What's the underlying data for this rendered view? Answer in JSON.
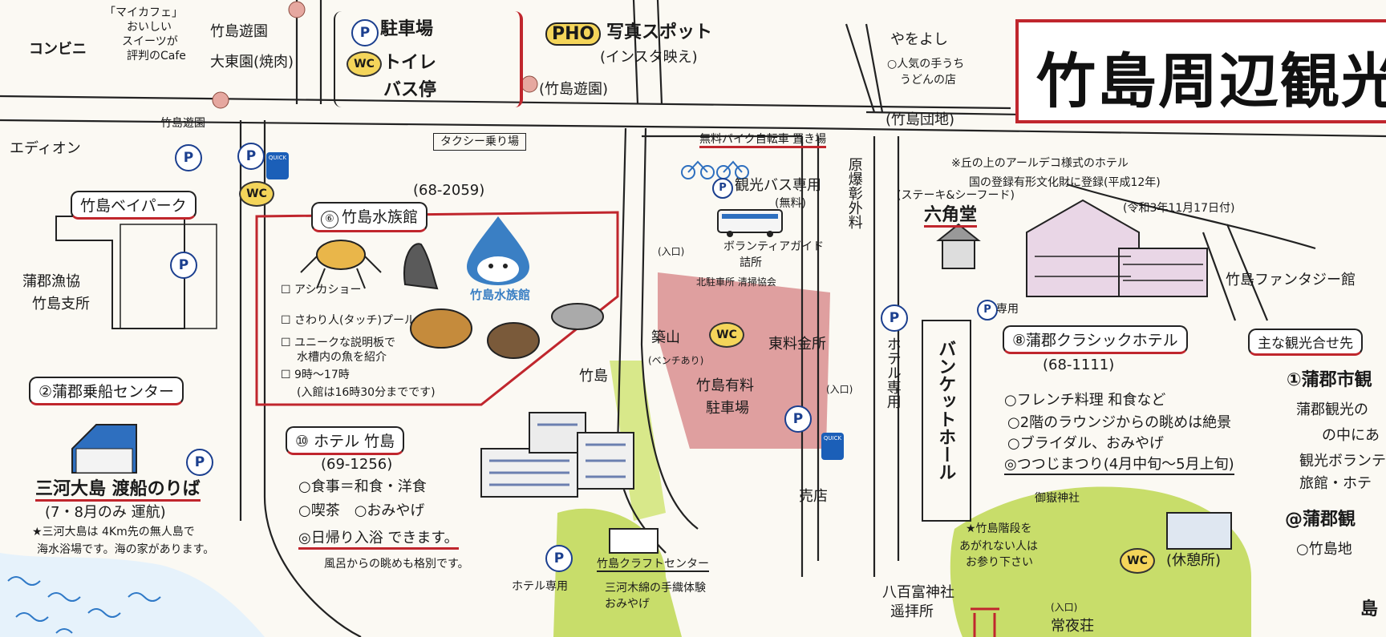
{
  "title": "竹島周辺観光",
  "legend": {
    "parking": "駐車場",
    "toilet": "トイレ",
    "bus_stop": "バス停",
    "photo_spot": "写真スポット",
    "photo_spot_note": "(インスタ映え)",
    "photo_code": "PHO"
  },
  "icons": {
    "parking": "P",
    "wc": "WC",
    "quick": "QUICK"
  },
  "labels": {
    "my_cafe_1": "「マイカフェ」",
    "my_cafe_2": "おいしい",
    "my_cafe_3": "スイーツが",
    "my_cafe_4": "評判のCafe",
    "convenience": "コンビニ",
    "takeshima_amusement": "竹島遊園",
    "daitoen": "大東園(焼肉)",
    "takeshima_amusement_2": "(竹島遊園)",
    "takeshima_amusement_3": "竹島遊園",
    "eneos": "エディオン",
    "taxi": "タクシー乗り場",
    "bayside": "竹島ベイパーク",
    "fishery_1": "蒲郡漁協",
    "fishery_2": "竹島支所",
    "free_bike": "無料バイク自転車 置き場",
    "tourist_bus": "観光バス専用",
    "tourist_bus_free": "(無料)",
    "aquarium_phone": "(68-2059)",
    "aquarium": "竹島水族館",
    "aquarium_logo": "竹島水族館",
    "aq_item_1": "アシカショー",
    "aq_item_2": "さわり人(タッチ)プール",
    "aq_item_3": "ユニークな説明板で",
    "aq_item_3b": "水槽内の魚を紹介",
    "aq_item_4": "9時～17時",
    "aq_item_5": "(入館は16時30分までです)",
    "volunteer": "ボランティアガイド",
    "volunteer_2": "詰所",
    "entrance": "(入口)",
    "entrance_2": "(入口)",
    "north_parking": "北駐車所 清掃協会",
    "tsukiyama": "築山",
    "bench": "(ベンチあり)",
    "toryo": "東料金所",
    "free_parking_1": "竹島有料",
    "free_parking_2": "駐車場",
    "takeshima_bridge": "竹島",
    "hotel_takeshima_num": "⑩",
    "hotel_takeshima": "ホテル 竹島",
    "hotel_takeshima_phone": "(69-1256)",
    "hts_item_1": "○食事＝和食・洋食",
    "hts_item_2": "○喫茶　○おみやげ",
    "hts_item_3": "◎日帰り入浴 できます。",
    "hts_item_4": "風呂からの眺めも格別です。",
    "hotel_only": "ホテル専用",
    "craft_1": "竹島クラフトセンター",
    "craft_2": "三河木綿の手織体験",
    "craft_3": "おみやげ",
    "rest": "売店",
    "gamagori_center_num": "②",
    "gamagori_center": "蒲郡乗船センター",
    "mikawa_oshima": "三河大島 渡船のりば",
    "mikawa_period": "(7・8月のみ 運航)",
    "mikawa_note_1": "★三河大島は 4Km先の無人島で",
    "mikawa_note_2": "海水浴場です。海の家があります。",
    "genbaku": "原爆彰外料",
    "hotel_only_2": "ホテル専用",
    "banquet": "バンケットホール",
    "sawayoshi_1": "やをよし",
    "sawayoshi_2": "○人気の手うち",
    "sawayoshi_3": "うどんの店",
    "takeshima_danchi": "(竹島団地)",
    "artdeco_1": "※丘の上のアールデコ様式のホテル",
    "artdeco_2": "国の登録有形文化財に登録(平成12年)",
    "reiwa": "(令和3年11月17日付)",
    "steak_1": "(ステーキ&シーフード)",
    "rokkakudo": "六角堂",
    "fantasia": "竹島ファンタジー館",
    "only": "専用",
    "classic_num": "⑧",
    "classic": "蒲郡クラシックホテル",
    "classic_phone": "(68-1111)",
    "classic_item_1": "○フレンチ料理 和食など",
    "classic_item_2": "○2階のラウンジからの眺めは絶景",
    "classic_item_3": "○ブライダル、おみやげ",
    "classic_item_4": "◎つつじまつり(4月中旬～5月上旬)",
    "meeting": "主な観光合せ先",
    "city_num": "①",
    "city": "蒲郡市観",
    "city_2": "蒲郡観光の",
    "city_3": "の中にあ",
    "city_4": "観光ボランテ",
    "city_5": "旅館・ホテ",
    "city_6": "@蒲郡観",
    "city_7": "○竹島地",
    "shrine": "御嶽神社",
    "kaidan_1": "★竹島階段を",
    "kaidan_2": "あがれない人は",
    "kaidan_3": "お参り下さい",
    "rest_house": "(休憩所)",
    "yaomiya_1": "八百富神社",
    "yaomiya_2": "遥拝所",
    "entrance_3": "(入口)",
    "jouyaso": "常夜荘",
    "last": "島",
    "kaidan_top": "竹島"
  }
}
